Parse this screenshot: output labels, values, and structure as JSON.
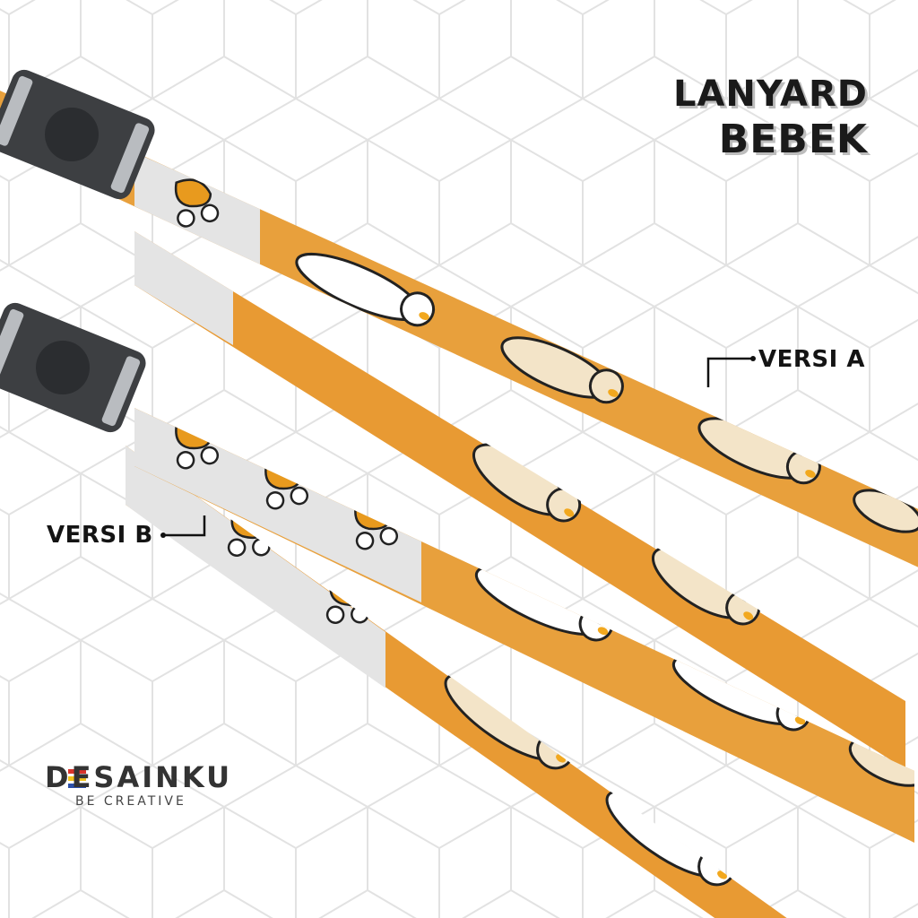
{
  "title": {
    "line1": "LANYARD",
    "line2": "BEBEK"
  },
  "labels": {
    "version_a": "VERSI A",
    "version_b": "VERSI B"
  },
  "brand": {
    "name": "DESAINKU",
    "tagline": "BE CREATIVE"
  },
  "colors": {
    "strap_orange": "#E8A03C",
    "strap_gray": "#E4E4E4",
    "buckle": "#3d3f42",
    "duck_white": "#FFFFFF",
    "duck_cream": "#F3E4C8",
    "beak": "#F2A81E",
    "background_lines": "#e6e6e6",
    "logo_red": "#d9342b",
    "logo_blue": "#2b4fa8",
    "logo_yellow": "#f2c21c"
  },
  "icons": [
    "buckle-icon",
    "duck-icon",
    "duck-face-icon",
    "hexagon-pattern"
  ]
}
